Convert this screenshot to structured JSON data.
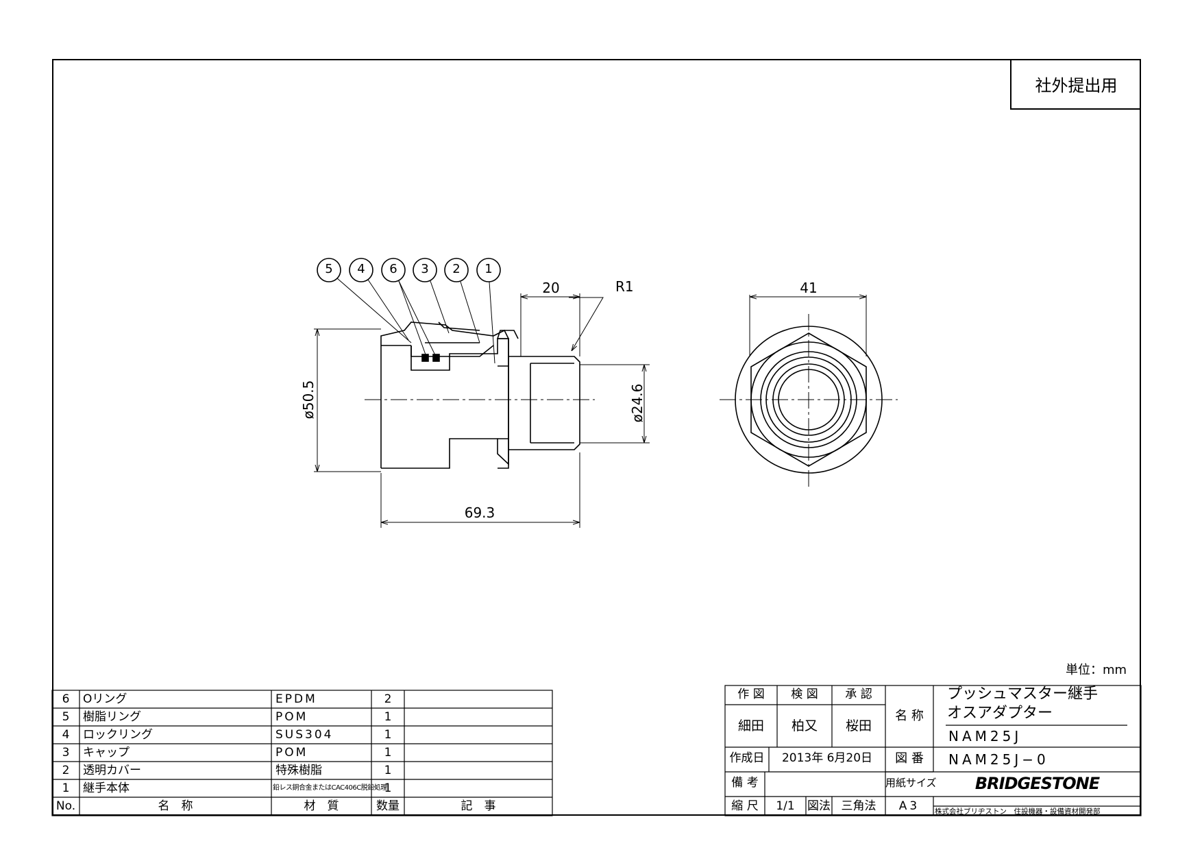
{
  "stamp": "社外提出用",
  "unit": "単位：mm",
  "balloons": [
    "5",
    "4",
    "6",
    "3",
    "2",
    "1"
  ],
  "dimensions": {
    "thread_length": "20",
    "thread": "R1",
    "outer_diameter": "ø50.5",
    "thread_diameter": "ø24.6",
    "total_length": "69.3",
    "hex_width": "41"
  },
  "parts_list": {
    "headers": {
      "no": "No.",
      "name": "名　称",
      "material": "材　質",
      "qty": "数量",
      "note": "記　事"
    },
    "rows": [
      {
        "no": "6",
        "name": "Oリング",
        "material": "EPDM",
        "qty": "2"
      },
      {
        "no": "5",
        "name": "樹脂リング",
        "material": "POM",
        "qty": "1"
      },
      {
        "no": "4",
        "name": "ロックリング",
        "material": "SUS304",
        "qty": "1"
      },
      {
        "no": "3",
        "name": "キャップ",
        "material": "POM",
        "qty": "1"
      },
      {
        "no": "2",
        "name": "透明カバー",
        "material": "特殊樹脂",
        "qty": "1"
      },
      {
        "no": "1",
        "name": "継手本体",
        "material": "鉛レス銅合金またはCAC406C脱鉛処理",
        "qty": "1"
      }
    ]
  },
  "title_block": {
    "drawn_label": "作 図",
    "checked_label": "検 図",
    "approved_label": "承 認",
    "drawn_by": "細田",
    "checked_by": "柏又",
    "approved_by": "桜田",
    "name_label": "名 称",
    "product_line1": "プッシュマスター継手",
    "product_line2": "オスアダプター",
    "product_code": "NAM25J",
    "date_label": "作成日",
    "date": "2013年 6月20日",
    "drawing_no_label": "図 番",
    "drawing_no": "NAM25J−0",
    "remarks_label": "備 考",
    "paper_label": "用紙サイズ",
    "brand": "BRIDGESTONE",
    "scale_label": "縮 尺",
    "scale": "1/1",
    "projection_label": "図法",
    "projection": "三角法",
    "paper_size": "A3",
    "company": "株式会社ブリヂストン　住設機器・設備資材開発部"
  }
}
